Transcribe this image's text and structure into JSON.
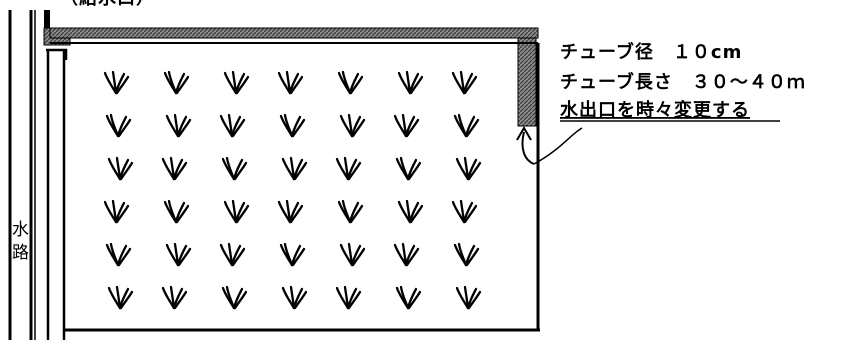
{
  "diagram": {
    "tube_labels": [
      "チューブ径　１０cm",
      "チューブ長さ　３０～４０ｍ",
      "水出口を時々変更する"
    ],
    "channel_label_chars": [
      "水",
      "路"
    ],
    "top_cropped_label": "（給水口）",
    "field_rows": 6,
    "field_cols": 7
  }
}
